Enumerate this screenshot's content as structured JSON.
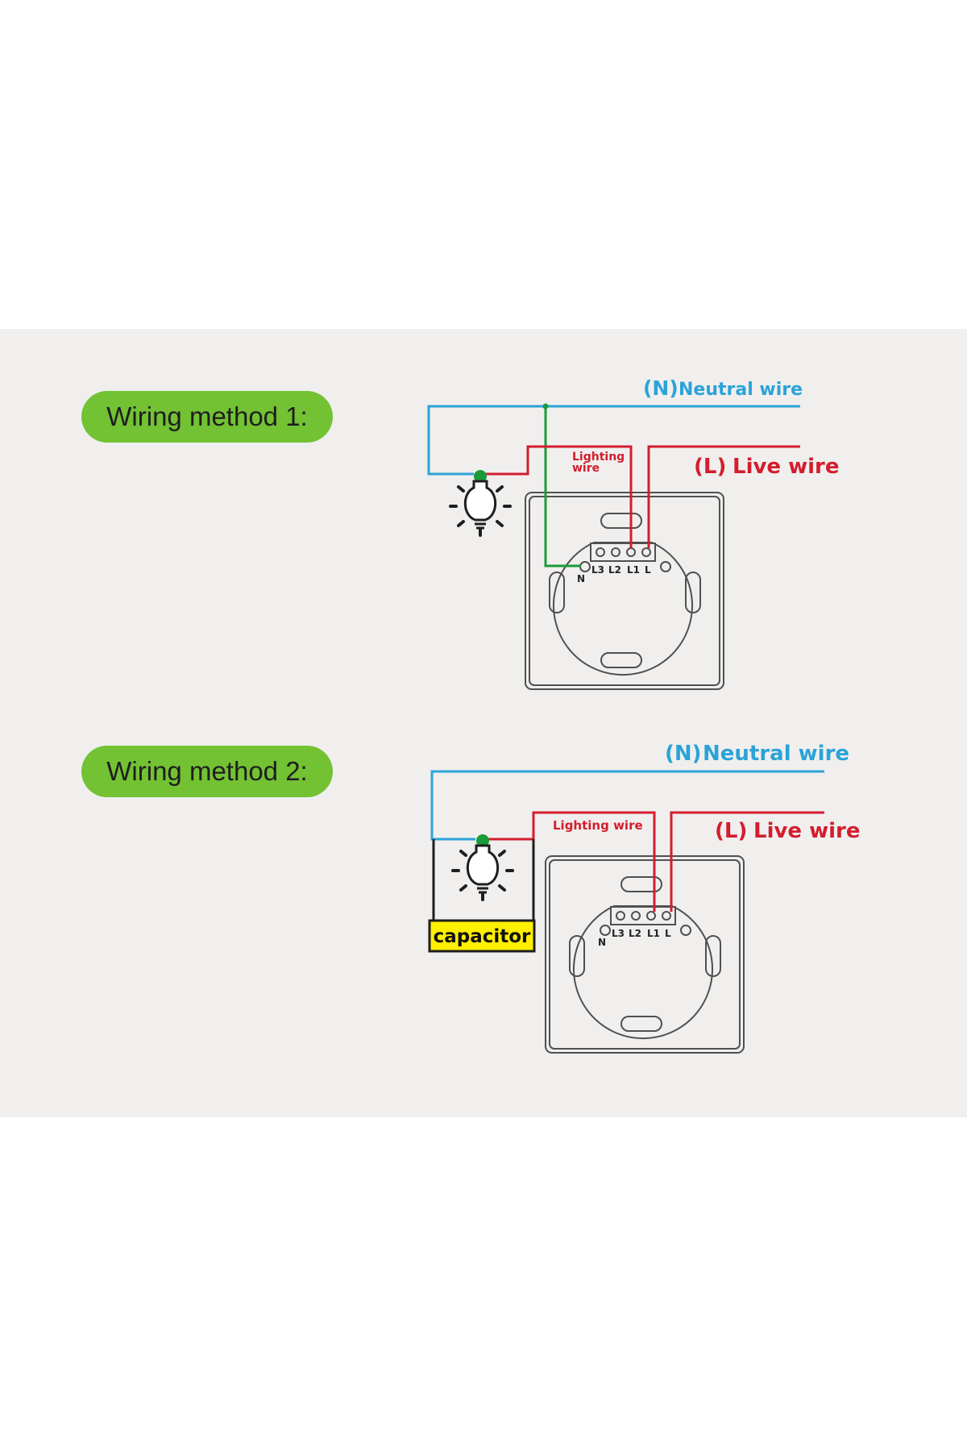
{
  "method1": {
    "title": "Wiring method 1:",
    "neutral_tag": "(N)",
    "neutral_label": "Neutral wire",
    "live_tag": "(L)",
    "live_label": "Live wire",
    "lighting_line1": "Lighting",
    "lighting_line2": "wire",
    "terminals": {
      "n": "N",
      "l3": "L3",
      "l2": "L2",
      "l1": "L1",
      "l": "L"
    }
  },
  "method2": {
    "title": "Wiring method 2:",
    "neutral_tag": "(N)",
    "neutral_label": "Neutral wire",
    "live_tag": "(L)",
    "live_label": "Live wire",
    "lighting_label": "Lighting wire",
    "capacitor_label": "capacitor",
    "terminals": {
      "n": "N",
      "l3": "L3",
      "l2": "L2",
      "l1": "L1",
      "l": "L"
    }
  },
  "colors": {
    "panel_background": "#f0efee",
    "pill_green": "#72c233",
    "neutral_blue": "#2ba3d8",
    "live_red": "#d41d2d",
    "ground_green": "#1a9b3a",
    "capacitor_yellow": "#ffef00"
  }
}
